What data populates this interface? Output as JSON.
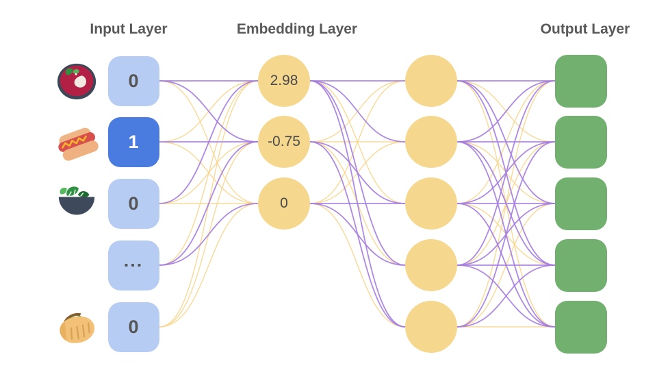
{
  "titles": {
    "input": "Input Layer",
    "embedding": "Embedding Layer",
    "output": "Output Layer"
  },
  "colors": {
    "input_inactive": "#b6ccf3",
    "input_active": "#4a7ce0",
    "node_yellow": "#f5d88e",
    "output_green": "#72b06f",
    "edge_purple": "#a57ce0",
    "edge_yellow": "#f8d58d",
    "title_text": "#595959",
    "input_value_text": "#555555",
    "embedding_value_text": "#4a4a4a"
  },
  "input_layer": {
    "nodes": [
      {
        "value": "0",
        "active": false,
        "icon": "borscht-icon"
      },
      {
        "value": "1",
        "active": true,
        "icon": "hotdog-icon"
      },
      {
        "value": "0",
        "active": false,
        "icon": "salad-icon"
      },
      {
        "value": "...",
        "active": false,
        "icon": null
      },
      {
        "value": "0",
        "active": false,
        "icon": "pita-icon"
      }
    ]
  },
  "embedding_layer": {
    "nodes": [
      {
        "value": "2.98"
      },
      {
        "value": "-0.75"
      },
      {
        "value": "0"
      }
    ]
  },
  "hidden_layer": {
    "count": 5
  },
  "output_layer": {
    "count": 5
  },
  "edges": {
    "input_to_embedding": [
      [
        "P",
        "P",
        "Y"
      ],
      [
        "Y",
        "P",
        "Y"
      ],
      [
        "P",
        "Y",
        "Y"
      ],
      [
        "Y",
        "P",
        "P"
      ],
      [
        "Y",
        "Y",
        "Y"
      ]
    ],
    "embedding_to_hidden": [
      [
        "P",
        "P",
        "Y",
        "P",
        "P"
      ],
      [
        "Y",
        "Y",
        "P",
        "Y",
        "P"
      ],
      [
        "Y",
        "Y",
        "P",
        "P",
        "Y"
      ]
    ],
    "hidden_to_output": [
      [
        "P",
        "Y",
        "P",
        "P",
        "Y"
      ],
      [
        "P",
        "P",
        "Y",
        "P",
        "P"
      ],
      [
        "Y",
        "P",
        "P",
        "Y",
        "P"
      ],
      [
        "P",
        "Y",
        "P",
        "P",
        "P"
      ],
      [
        "Y",
        "P",
        "Y",
        "P",
        "Y"
      ]
    ]
  }
}
